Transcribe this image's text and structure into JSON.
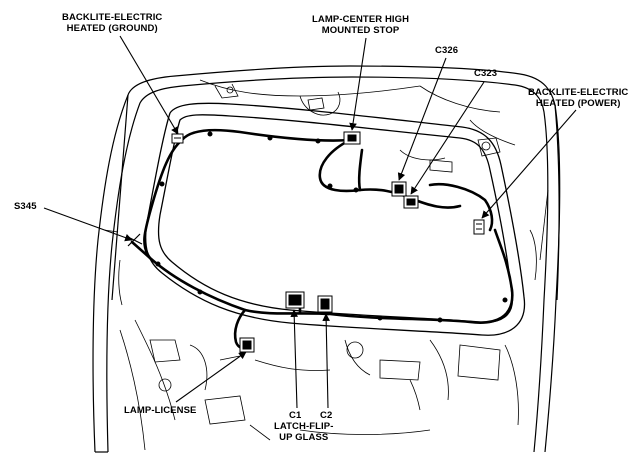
{
  "labels": {
    "backlite_ground": [
      "BACKLITE-ELECTRIC",
      "HEATED (GROUND)"
    ],
    "lamp_center": [
      "LAMP-CENTER HIGH",
      "MOUNTED STOP"
    ],
    "c326": "C326",
    "c323": "C323",
    "backlite_power": [
      "BACKLITE-ELECTRIC",
      "HEATED (POWER)"
    ],
    "s345": "S345",
    "lamp_license": "LAMP-LICENSE",
    "c1": "C1",
    "c2": "C2",
    "latch": [
      "LATCH-FLIP-",
      "UP GLASS"
    ]
  },
  "colors": {
    "line": "#000000",
    "background": "#ffffff"
  }
}
